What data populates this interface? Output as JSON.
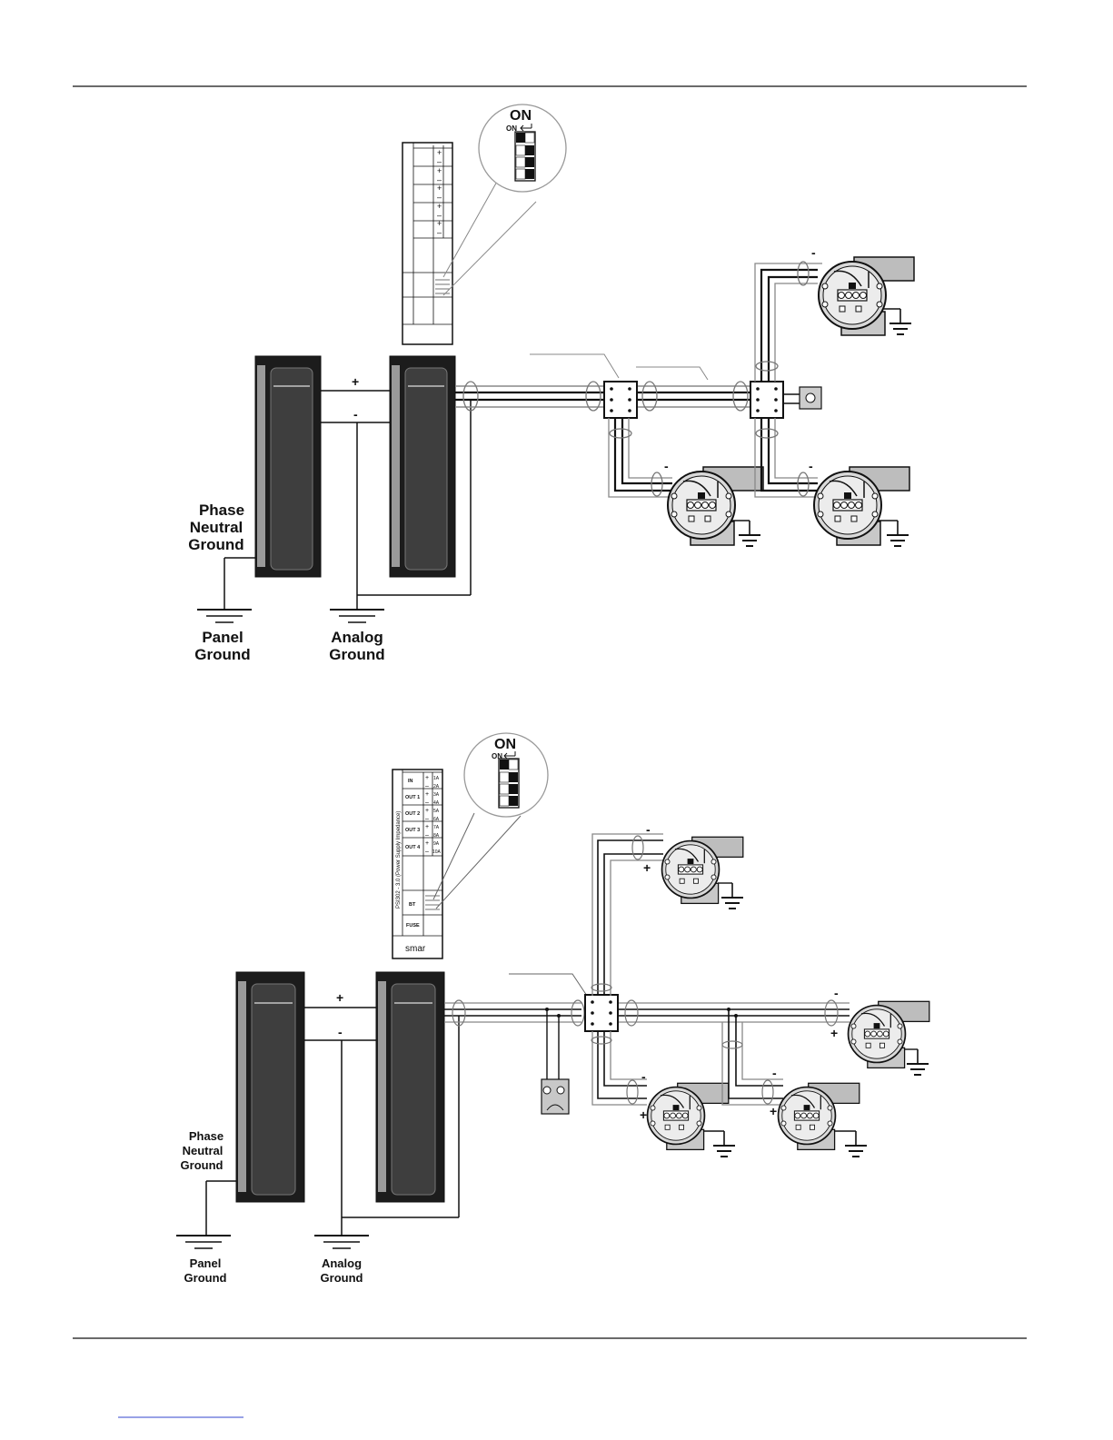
{
  "diagram1": {
    "dip_title": "ON",
    "dip_small": "ON",
    "rail_plus": "+",
    "rail_minus": "-",
    "phase_label": [
      "Phase",
      "Neutral",
      "Ground"
    ],
    "panel_ground": [
      "Panel",
      "Ground"
    ],
    "analog_ground": [
      "Analog",
      "Ground"
    ],
    "device_minus": "-"
  },
  "diagram2": {
    "dip_title": "ON",
    "dip_small": "ON",
    "rail_plus": "+",
    "rail_minus": "-",
    "terminal_groups": [
      "IN",
      "OUT 1",
      "OUT 2",
      "OUT 3",
      "OUT 4"
    ],
    "terminal_ids": [
      "1A",
      "2A",
      "3A",
      "4A",
      "5A",
      "6A",
      "7A",
      "8A",
      "9A",
      "10A"
    ],
    "bt_label": "BT",
    "fuse_label": "FUSE",
    "brand": "smar",
    "vertical_text": "PSI302 - 3.0 (Power Supply Impedance)",
    "phase_label": [
      "Phase",
      "Neutral",
      "Ground"
    ],
    "panel_ground": [
      "Panel",
      "Ground"
    ],
    "analog_ground": [
      "Analog",
      "Ground"
    ],
    "device_minus": "-",
    "device_plus": "+"
  },
  "colors": {
    "line": "#111111",
    "module_dark": "#1c1c1c",
    "module_screen": "#3e3e3e",
    "device_gray": "#bdbdbd"
  }
}
